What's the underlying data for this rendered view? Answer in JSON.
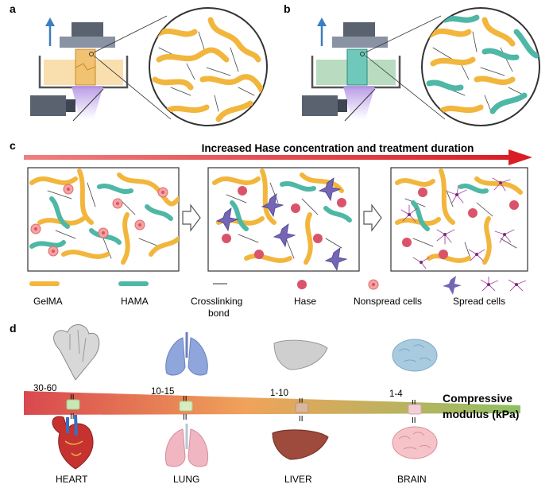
{
  "panels": {
    "a": {
      "letter": "a"
    },
    "b": {
      "letter": "b"
    },
    "c": {
      "letter": "c",
      "banner": "Increased Hase concentration and treatment duration",
      "legend": [
        {
          "label": "GelMA"
        },
        {
          "label": "HAMA"
        },
        {
          "label": "Crosslinking",
          "label2": "bond"
        },
        {
          "label": "Hase"
        },
        {
          "label": "Nonspread cells"
        },
        {
          "label": "Spread cells"
        }
      ]
    },
    "d": {
      "letter": "d",
      "axis_title_line1": "Compressive",
      "axis_title_line2": "modulus (kPa)",
      "organs": [
        {
          "name": "HEART",
          "range": "30-60"
        },
        {
          "name": "LUNG",
          "range": "10-15"
        },
        {
          "name": "LIVER",
          "range": "1-10"
        },
        {
          "name": "BRAIN",
          "range": "1-4"
        }
      ]
    }
  },
  "colors": {
    "gelma": "#f2b63c",
    "hama": "#4fb7a6",
    "hase": "#d9546a",
    "cell": "#e77b7b",
    "spread_cell": "#7d5a9e",
    "arrow_red": "#e0262b",
    "blue_arrow": "#3a7fc1"
  }
}
